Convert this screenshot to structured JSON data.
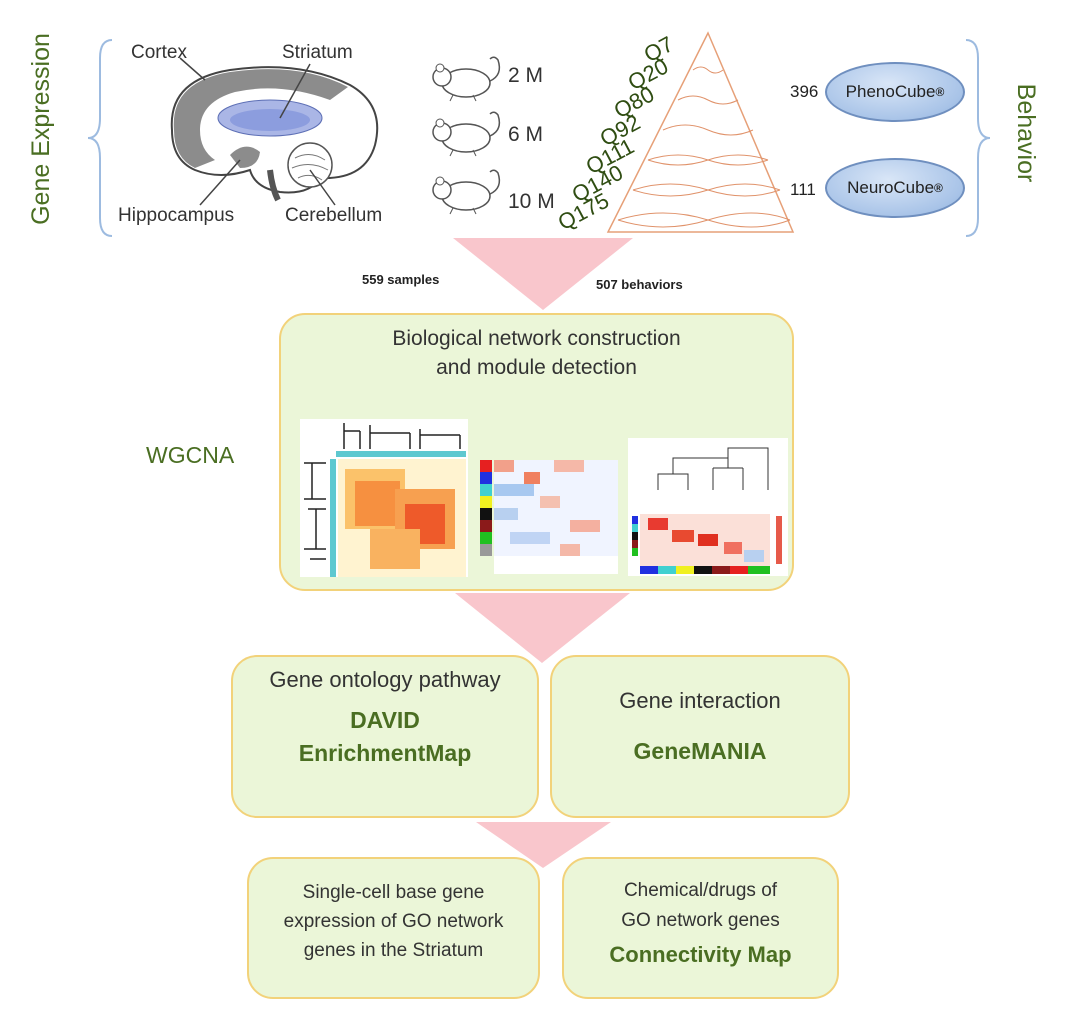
{
  "side_labels": {
    "left": "Gene Expression",
    "right": "Behavior"
  },
  "brain": {
    "cortex": "Cortex",
    "striatum": "Striatum",
    "hippocampus": "Hippocampus",
    "cerebellum": "Cerebellum"
  },
  "ages": [
    "2 M",
    "6 M",
    "10 M"
  ],
  "q_alleles": [
    "Q7",
    "Q20",
    "Q80",
    "Q92",
    "Q111",
    "Q140",
    "Q175"
  ],
  "platforms": [
    {
      "count": "396",
      "name": "PhenoCube",
      "mark": "®"
    },
    {
      "count": "111",
      "name": "NeuroCube",
      "mark": "®"
    }
  ],
  "flow_labels": {
    "samples": "559 samples",
    "behaviors": "507  behaviors"
  },
  "network_box": {
    "line1": "Biological network construction",
    "line2": "and module detection"
  },
  "wgcna_label": "WGCNA",
  "go_box": {
    "title": "Gene ontology pathway",
    "tool1": "DAVID",
    "tool2": "EnrichmentMap"
  },
  "interaction_box": {
    "title": "Gene interaction",
    "tool": "GeneMANIA"
  },
  "singlecell_box": {
    "line1": "Single-cell base gene",
    "line2": "expression of GO network",
    "line3": "genes in the Striatum"
  },
  "chem_box": {
    "line1": "Chemical/drugs of",
    "line2": "GO network genes",
    "tool": "Connectivity Map"
  },
  "colors": {
    "box_fill": "#ebf6d8",
    "box_border": "#f2d27a",
    "arrow": "#f9c6cc",
    "brace": "#9dbbe0",
    "text_green": "#4a6e22"
  }
}
